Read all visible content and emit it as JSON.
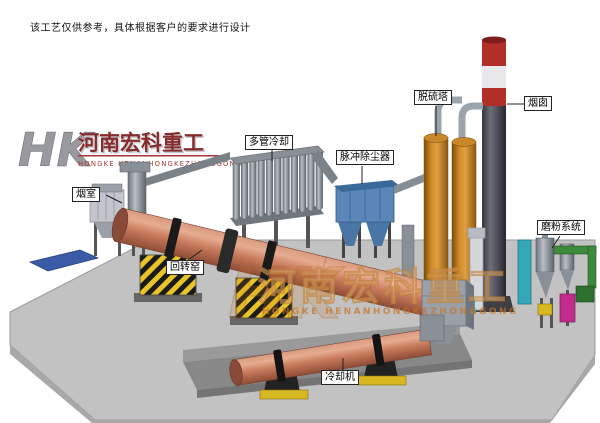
{
  "page": {
    "disclaimer": "该工艺仅供参考，具体根据客户的要求进行设计"
  },
  "logo": {
    "monogram": "HK",
    "name_cn": "河南宏科重工",
    "name_en": "HONGKE HENANHONGKEZHONGGONG"
  },
  "watermark": {
    "monogram": "HK",
    "name_cn": "河南宏科重工",
    "name_en": "HONGKE HENANHONGKEZHONGGONG"
  },
  "labels": {
    "smoke_chamber": "烟室",
    "multi_tube_cooling": "多管冷却",
    "pulse_dust_collector": "脉冲除尘器",
    "desulfurization_tower": "脱硫塔",
    "chimney": "烟囱",
    "rotary_kiln": "回转窑",
    "cooler": "冷却机",
    "grinding_system": "磨粉系统"
  },
  "colors": {
    "kiln_shell": "#c87a5c",
    "dust_collector": "#5b87b8",
    "tower": "#d08c28",
    "chimney_red": "#b03028",
    "ground": "#c2c2c2",
    "hazard_yellow": "#e8c428",
    "logo_red": "#7a1616"
  }
}
